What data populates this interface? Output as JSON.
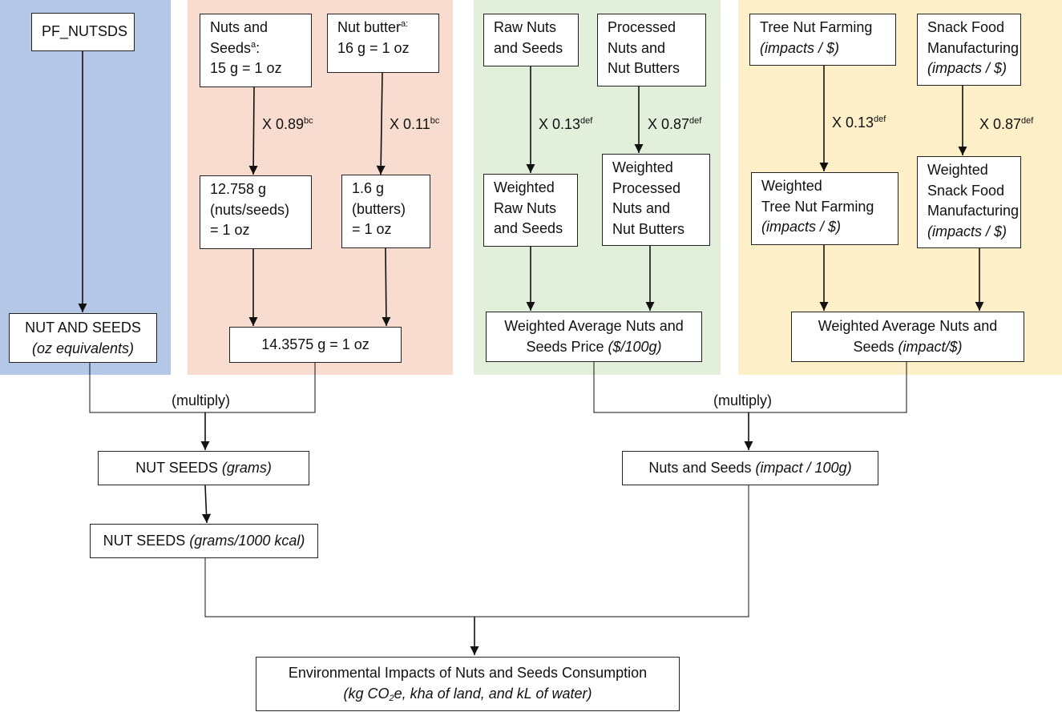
{
  "panels": {
    "blue": {
      "source_box": "PF_NUTSDS",
      "nut_and_seeds": {
        "title": "NUT AND SEEDS",
        "unit": "(oz equivalents)"
      }
    },
    "peach": {
      "nuts_seeds": {
        "line1": "Nuts and",
        "line2a": "Seeds",
        "line2_sup": "a",
        "line2b": ":",
        "line3": "15 g  = 1 oz"
      },
      "nut_butter": {
        "line1a": "Nut butter",
        "line1_sup": "a:",
        "line2": "16 g = 1 oz"
      },
      "weight_left": {
        "prefix": "X 0.89",
        "sup": "bc"
      },
      "weight_right": {
        "prefix": "X 0.11",
        "sup": "bc"
      },
      "nuts_grams": {
        "line1": "12.758 g",
        "line2": "(nuts/seeds)",
        "line3": "= 1 oz"
      },
      "butter_grams": {
        "line1": "1.6 g",
        "line2": "(butters)",
        "line3": "= 1 oz"
      },
      "combined": "14.3575 g = 1 oz"
    },
    "green": {
      "raw": {
        "line1": "Raw Nuts",
        "line2": "and Seeds"
      },
      "processed": {
        "line1": "Processed",
        "line2": "Nuts and",
        "line3": "Nut Butters"
      },
      "weight_left": {
        "prefix": "X 0.13",
        "sup": "def"
      },
      "weight_right": {
        "prefix": "X 0.87",
        "sup": "def"
      },
      "weighted_raw": {
        "line1": "Weighted",
        "line2": "Raw Nuts",
        "line3": "and Seeds"
      },
      "weighted_processed": {
        "line1": "Weighted",
        "line2": "Processed",
        "line3": "Nuts and",
        "line4": "Nut Butters"
      },
      "average": {
        "line1": "Weighted Average Nuts and",
        "line2": "Seeds Price ",
        "line2_italic": "($/100g)"
      }
    },
    "yellow": {
      "tree": {
        "line1": "Tree Nut Farming",
        "line2": "(impacts / $)"
      },
      "snack": {
        "line1": "Snack Food",
        "line2": "Manufacturing",
        "line3": "(impacts / $)"
      },
      "weight_left": {
        "prefix": "X 0.13",
        "sup": "def"
      },
      "weight_right": {
        "prefix": "X 0.87",
        "sup": "def"
      },
      "weighted_tree": {
        "line1": "Weighted",
        "line2": "Tree Nut Farming",
        "line3": "(impacts / $)"
      },
      "weighted_snack": {
        "line1": "Weighted",
        "line2": "Snack Food",
        "line3": "Manufacturing",
        "line4": "(impacts / $)"
      },
      "average": {
        "line1": "Weighted Average Nuts and",
        "line2": "Seeds ",
        "line2_italic": "(impact/$)"
      }
    }
  },
  "lower": {
    "multiply_left": "(multiply)",
    "multiply_right": "(multiply)",
    "nut_seeds_grams": {
      "text": "NUT SEEDS ",
      "italic": "(grams)"
    },
    "nut_seeds_kcal": {
      "text": "NUT SEEDS ",
      "italic": "(grams/1000 kcal)"
    },
    "nuts_impact": {
      "text": "Nuts and Seeds ",
      "italic": "(impact / 100g)"
    },
    "final": {
      "line1": "Environmental Impacts of Nuts and Seeds Consumption",
      "line2a": "(kg CO",
      "line2_sub": "2",
      "line2b": "e, kha of land, and kL of water)"
    }
  },
  "colors": {
    "blue": "#b4c7e7",
    "peach": "#f8dccf",
    "green": "#e2efda",
    "yellow": "#fdefc8"
  }
}
